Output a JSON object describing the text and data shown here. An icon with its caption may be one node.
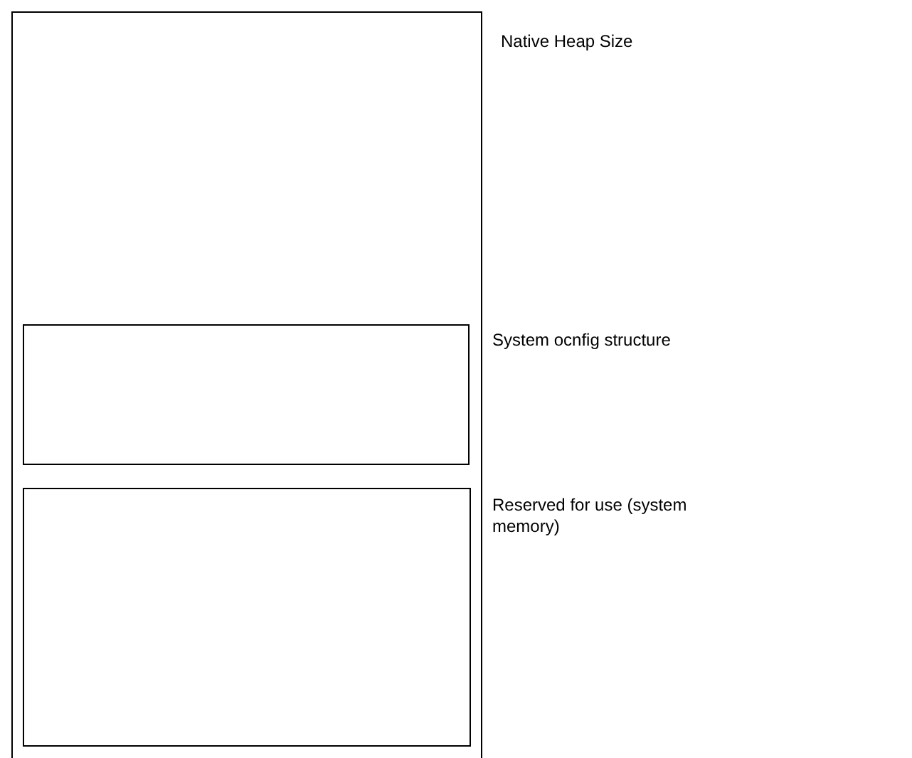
{
  "diagram": {
    "nodes": [
      {
        "text": [],
        "shape": "box",
        "beside": [
          "Native Heap Size"
        ]
      },
      {
        "text": [],
        "shape": "box",
        "in": 0,
        "beside": [
          "System ocnfig structure"
        ]
      },
      {
        "text": [],
        "shape": "box",
        "in": 0,
        "beside": [
          "Reserved for use (system memory)"
        ]
      }
    ]
  }
}
